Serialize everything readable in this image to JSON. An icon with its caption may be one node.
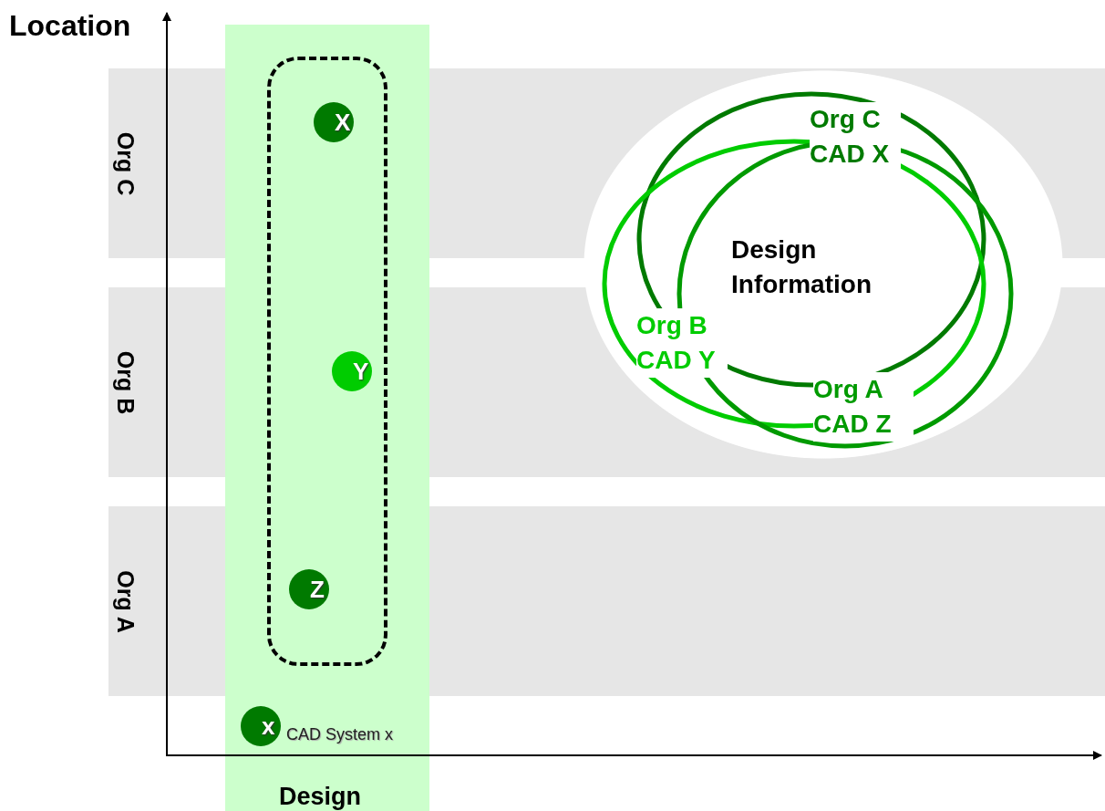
{
  "diagram": {
    "nodes": [
      {
        "text": [
          "Org C"
        ]
      },
      {
        "text": [
          "Org B"
        ]
      },
      {
        "text": [
          "Org A"
        ]
      },
      {
        "text": [
          "Design"
        ]
      },
      {
        "text": [],
        "shape": "box",
        "in": 3
      },
      {
        "text": [
          "X"
        ],
        "in": 4
      },
      {
        "text": [
          "Y"
        ],
        "in": 4
      },
      {
        "text": [
          "Z"
        ],
        "in": 4
      },
      {
        "text": [
          "x"
        ],
        "in": 3,
        "beside": [
          "CAD System x"
        ]
      },
      {
        "text": [
          "Design Information"
        ]
      },
      {
        "text": [
          "Org C CAD X"
        ]
      },
      {
        "text": [
          "Org B CAD Y"
        ]
      },
      {
        "text": [
          "Org A CAD Z"
        ]
      }
    ],
    "edges": [],
    "labels": [
      "Location"
    ]
  }
}
